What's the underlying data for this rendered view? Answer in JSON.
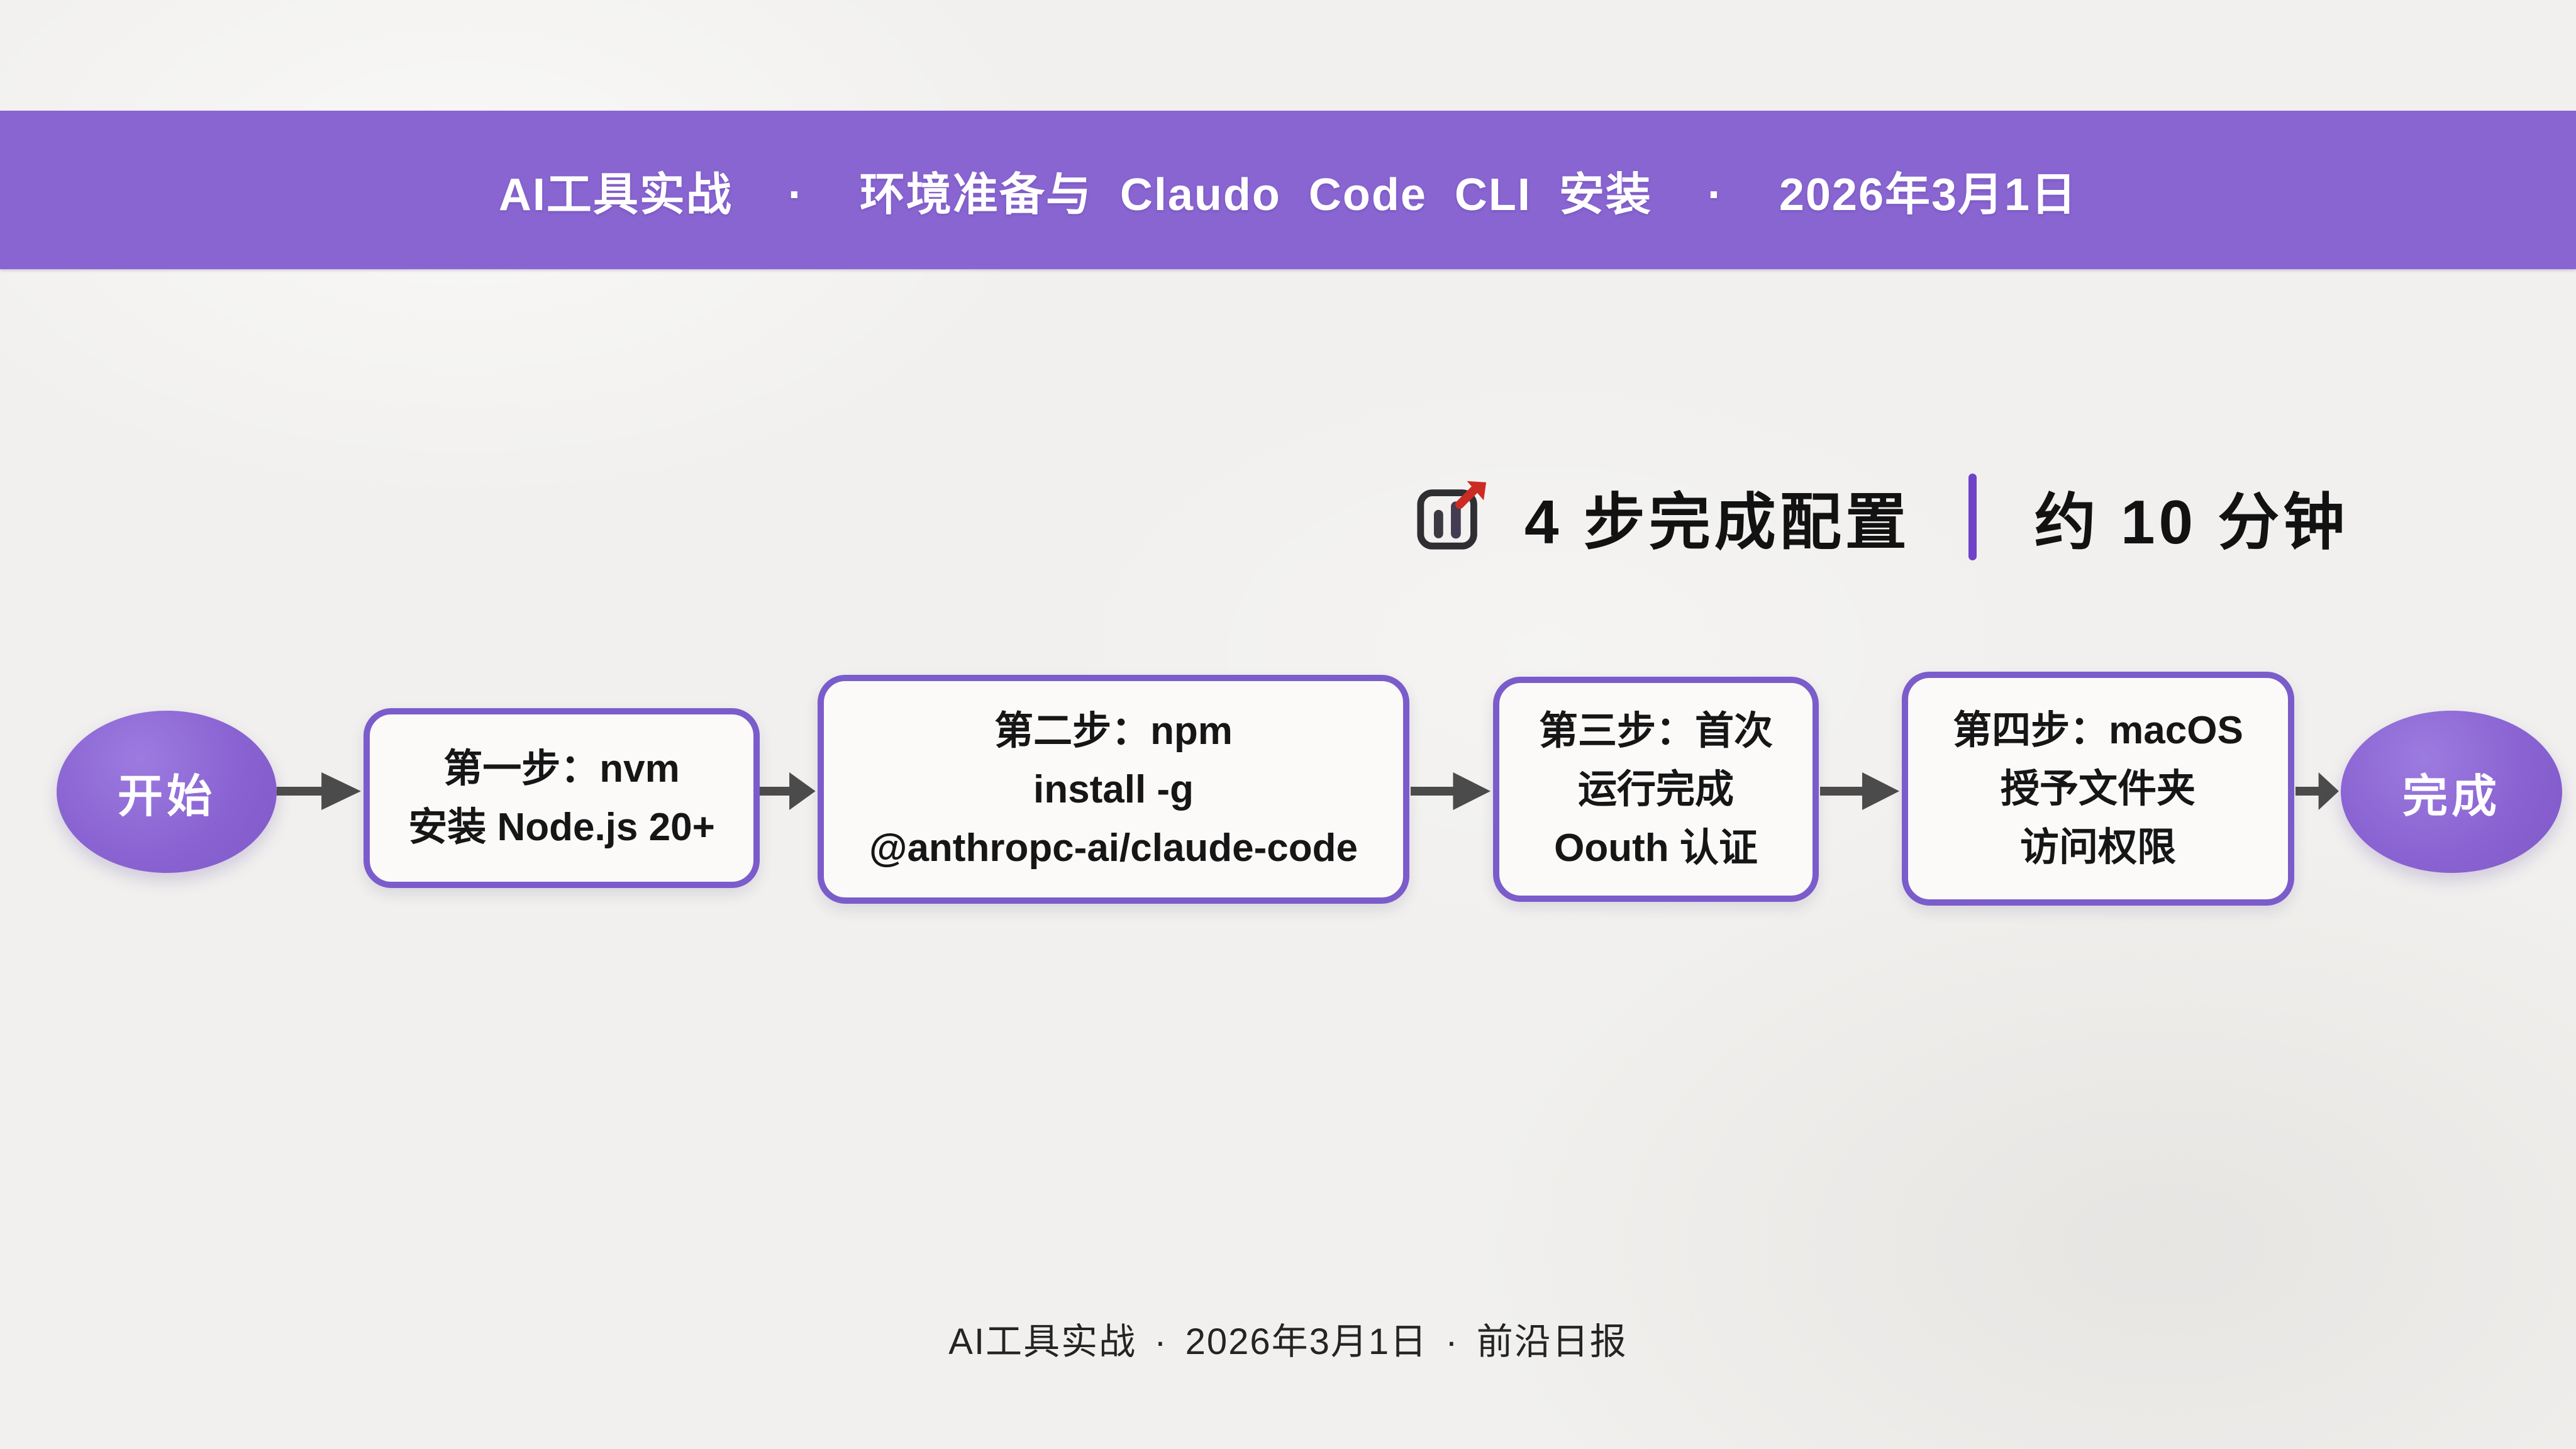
{
  "header": {
    "title": "AI工具实战  ·  环境准备与 Claudo Code CLI 安装  ·  2026年3月1日"
  },
  "summary": {
    "icon": "bar-chart-rising-icon",
    "steps_label": "4 步完成配置",
    "time_label": "约 10 分钟"
  },
  "flow": {
    "start_label": "开始",
    "end_label": "完成",
    "steps": [
      {
        "lines": [
          "第一步：nvm",
          "安装 Node.js 20+"
        ]
      },
      {
        "lines": [
          "第二步：npm",
          "install -g",
          "@anthropc-ai/claude-code"
        ]
      },
      {
        "lines": [
          "第三步：首次",
          "运行完成",
          "Oouth 认证"
        ]
      },
      {
        "lines": [
          "第四步：macOS",
          "授予文件夹",
          "访问权限"
        ]
      }
    ]
  },
  "footer": {
    "text": "AI工具实战 · 2026年3月1日 · 前沿日报"
  },
  "colors": {
    "banner_purple": "#8965d1",
    "node_border_purple": "#7b5ccb",
    "terminal_purple": "#8a63d2",
    "divider_purple": "#6e43c8",
    "arrow_gray": "#4b4b4b",
    "background": "#f1f0ee",
    "text_dark": "#161616",
    "accent_red": "#cc2b24"
  }
}
